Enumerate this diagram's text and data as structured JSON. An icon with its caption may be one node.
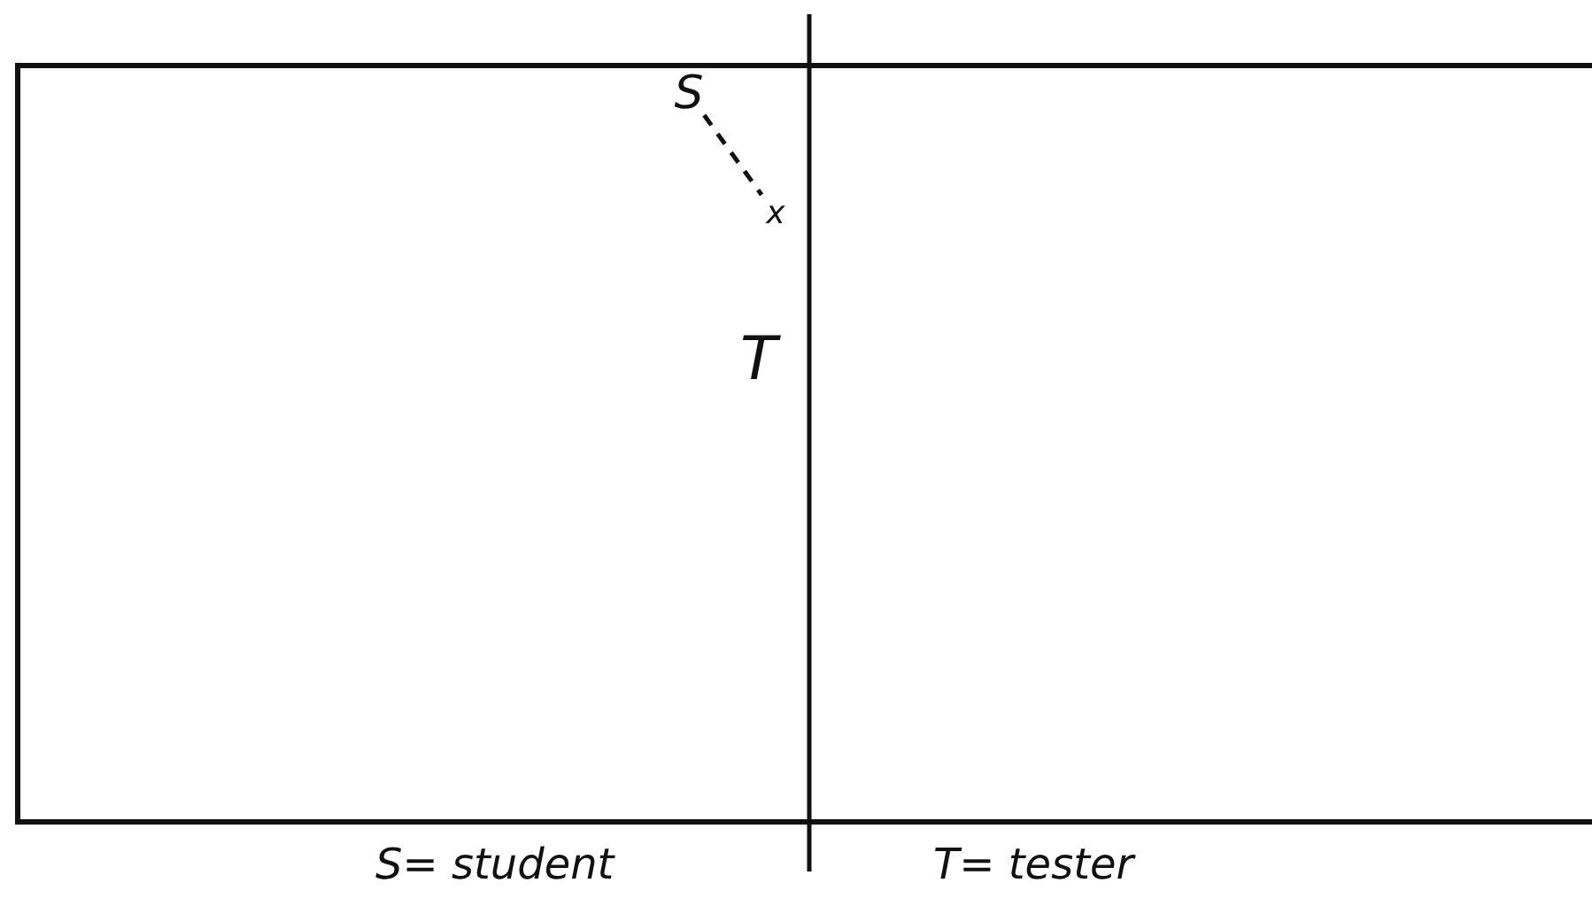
{
  "diagram": {
    "nodes": [
      {
        "text": [
          "S"
        ]
      },
      {
        "text": [
          "x"
        ]
      }
    ],
    "edges": [
      {
        "from": 0,
        "to": 1,
        "arrow": "none",
        "style": "dashed"
      }
    ],
    "labels": [
      "T",
      "S= student",
      "T= tester"
    ]
  }
}
